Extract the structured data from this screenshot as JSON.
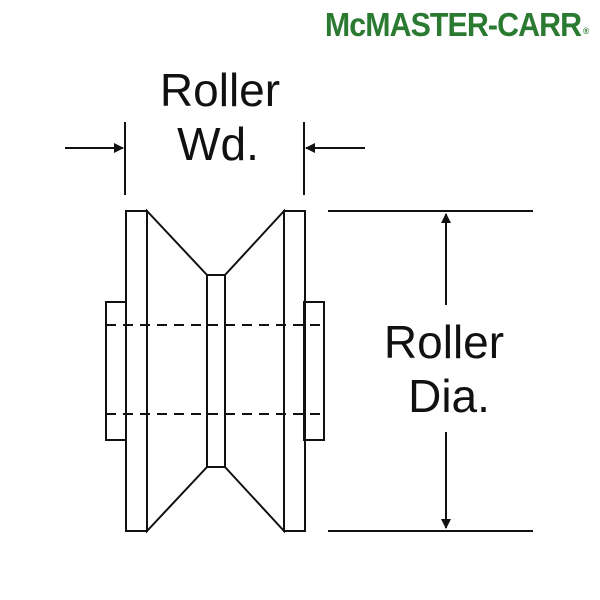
{
  "brand": {
    "name": "McMASTER-CARR",
    "registered": "®",
    "color": "#2a7a32"
  },
  "labels": {
    "roller_width_line1": "Roller",
    "roller_width_line2": "Wd.",
    "roller_dia_line1": "Roller",
    "roller_dia_line2": "Dia."
  },
  "icons": [
    "dimension-arrow-icon",
    "v-groove-roller-icon"
  ],
  "colors": {
    "line": "#111111",
    "background": "#ffffff"
  }
}
